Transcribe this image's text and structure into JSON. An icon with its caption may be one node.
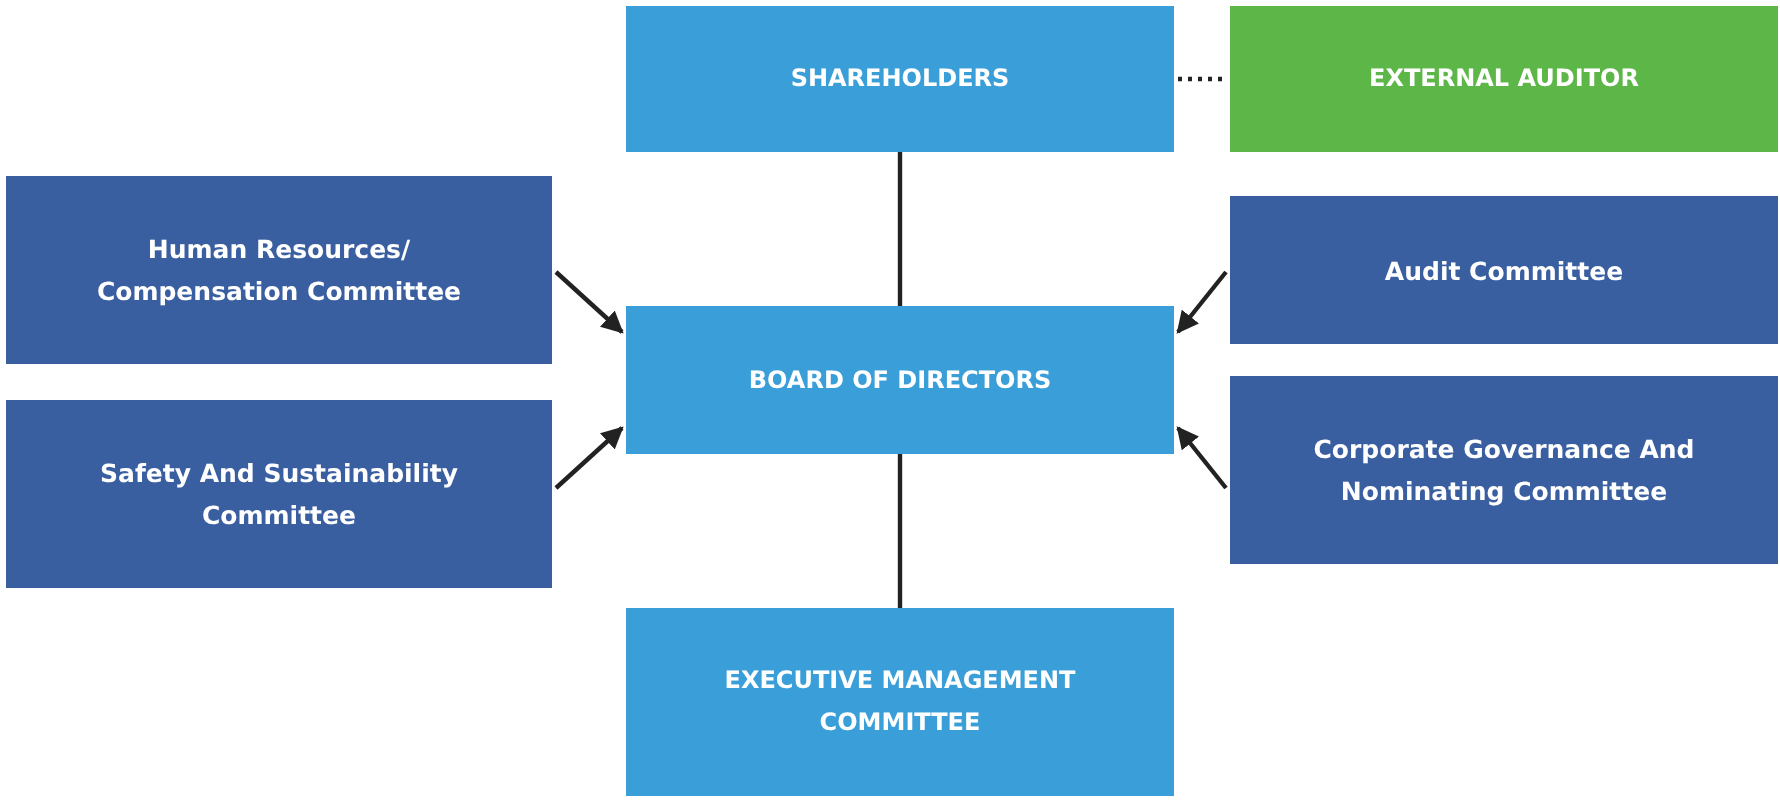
{
  "diagram": {
    "nodes": [
      {
        "text": [
          "SHAREHOLDERS"
        ]
      },
      {
        "text": [
          "EXTERNAL AUDITOR"
        ]
      },
      {
        "text": [
          "Human Resources/ Compensation Committee"
        ]
      },
      {
        "text": [
          "Audit Committee"
        ]
      },
      {
        "text": [
          "BOARD OF DIRECTORS"
        ]
      },
      {
        "text": [
          "Safety And Sustainability Committee"
        ]
      },
      {
        "text": [
          "Corporate Governance And Nominating Committee"
        ]
      },
      {
        "text": [
          "EXECUTIVE MANAGEMENT COMMITTEE"
        ]
      }
    ],
    "edges": [
      {
        "from": 0,
        "to": 4,
        "arrow": "none"
      },
      {
        "from": 0,
        "to": 1,
        "arrow": "none",
        "style": "dashed"
      },
      {
        "from": 2,
        "to": 4,
        "arrow": "to"
      },
      {
        "from": 5,
        "to": 4,
        "arrow": "to"
      },
      {
        "from": 3,
        "to": 4,
        "arrow": "to"
      },
      {
        "from": 6,
        "to": 4,
        "arrow": "to"
      },
      {
        "from": 4,
        "to": 7,
        "arrow": "none"
      }
    ]
  }
}
